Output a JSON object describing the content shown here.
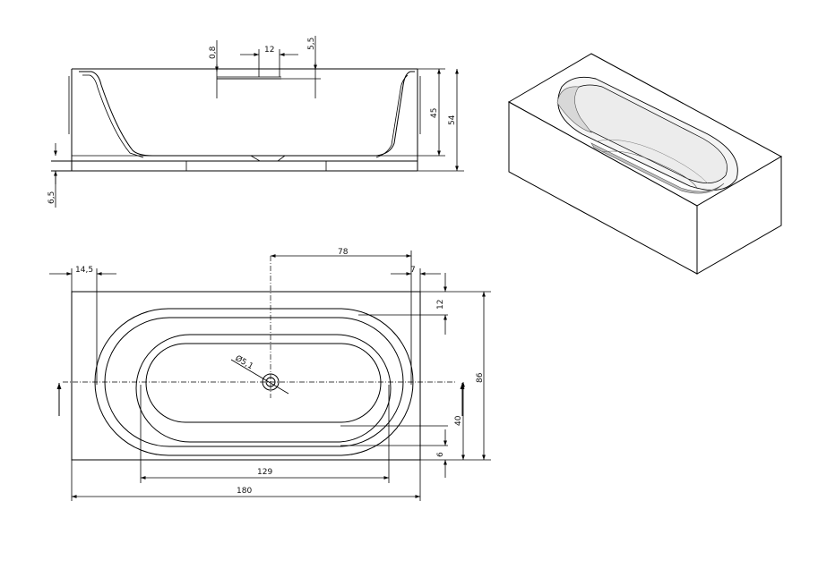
{
  "side_view": {
    "dims": {
      "d08": "0,8",
      "d12": "12",
      "d55": "5,5",
      "d45": "45",
      "d54": "54",
      "d65": "6,5"
    }
  },
  "top_view": {
    "dims": {
      "d145": "14,5",
      "d78": "78",
      "d7": "7",
      "d12": "12",
      "d86": "86",
      "d40": "40",
      "d6": "6",
      "d129": "129",
      "d180": "180",
      "dia51": "Ø5,1"
    }
  }
}
